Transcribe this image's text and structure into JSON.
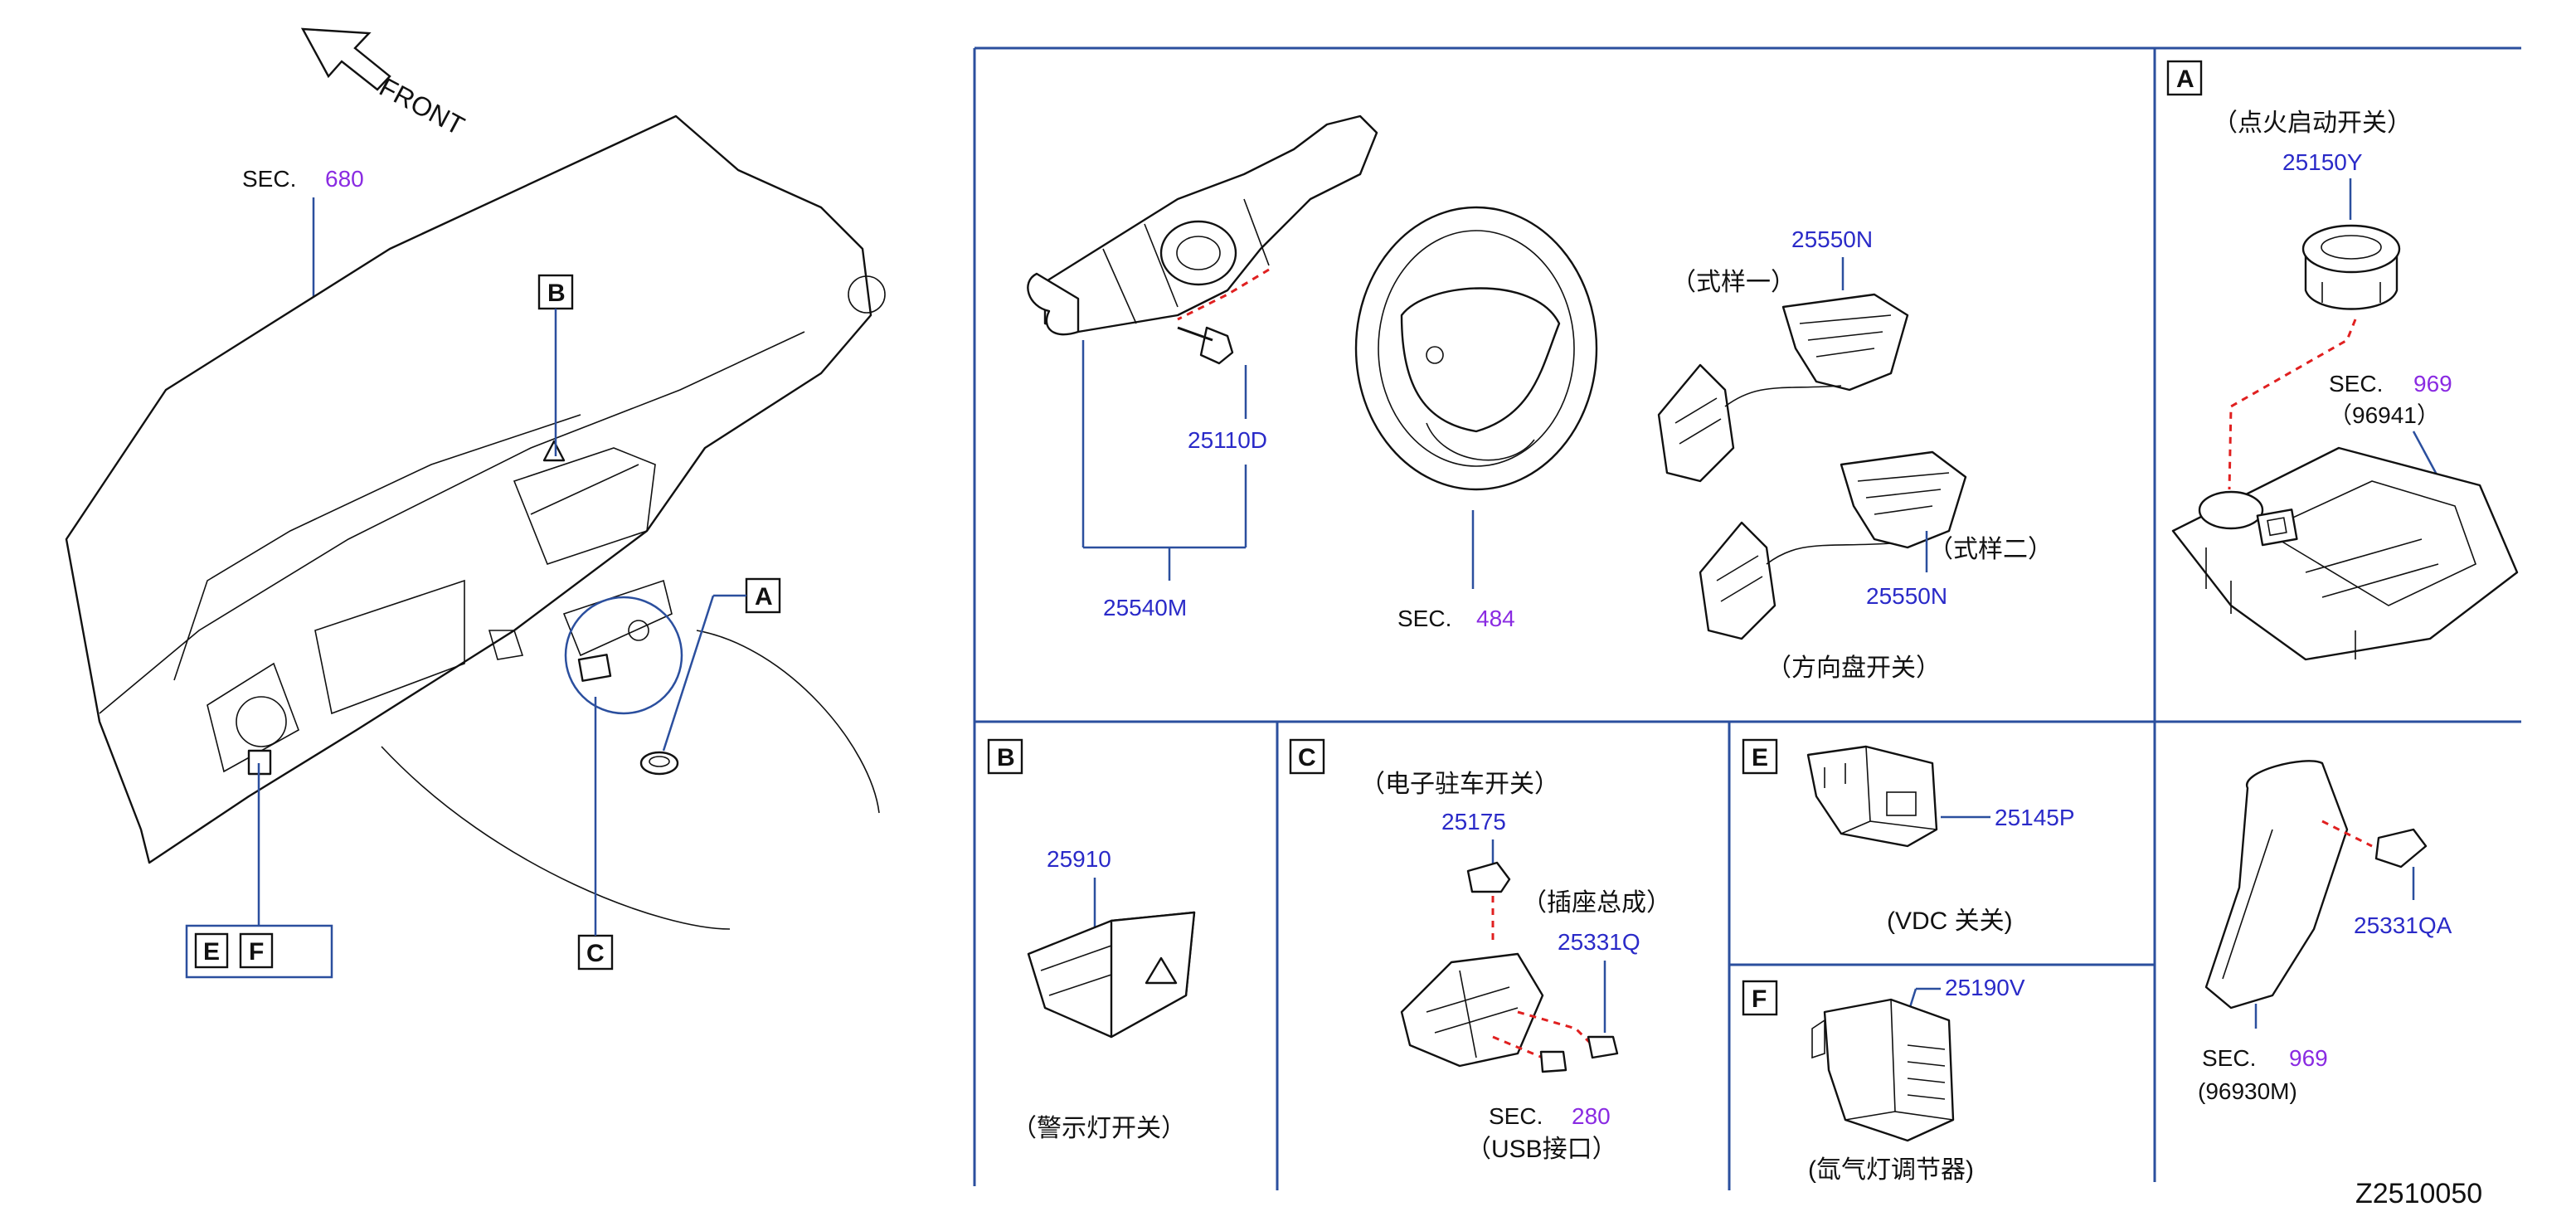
{
  "overview": {
    "front": "FRONT",
    "sec680": {
      "prefix": "SEC.",
      "num": "680"
    },
    "refs": [
      "A",
      "B",
      "C",
      "E",
      "F"
    ]
  },
  "panel_main": {
    "p25550n_top": "25550N",
    "style1": "（式样一）",
    "style2": "（式样二）",
    "p25550n_bottom": "25550N",
    "p25110d": "25110D",
    "p25540m": "25540M",
    "sec484": {
      "prefix": "SEC.",
      "num": "484"
    },
    "caption": "（方向盘开关）"
  },
  "panel_a": {
    "ref": "A",
    "title": "（点火启动开关）",
    "p25150y": "25150Y",
    "sec969": {
      "prefix": "SEC.",
      "num": "969"
    },
    "sub96941": "（96941）",
    "p25331qa": "25331QA",
    "sec969b": {
      "prefix": "SEC.",
      "num": "969"
    },
    "sub96930m": "(96930M)"
  },
  "panel_b": {
    "ref": "B",
    "p25910": "25910",
    "caption": "（警示灯开关）"
  },
  "panel_c": {
    "ref": "C",
    "title": "（电子驻车开关）",
    "p25175": "25175",
    "socket": "（插座总成）",
    "p25331q": "25331Q",
    "sec280": {
      "prefix": "SEC.",
      "num": "280"
    },
    "usb": "（USB接口）"
  },
  "panel_e": {
    "ref": "E",
    "p25145p": "25145P",
    "caption": "(VDC  关关)"
  },
  "panel_f": {
    "ref": "F",
    "p25190v": "25190V",
    "caption": "(氙气灯调节器)"
  },
  "diagram_id": "Z2510050"
}
